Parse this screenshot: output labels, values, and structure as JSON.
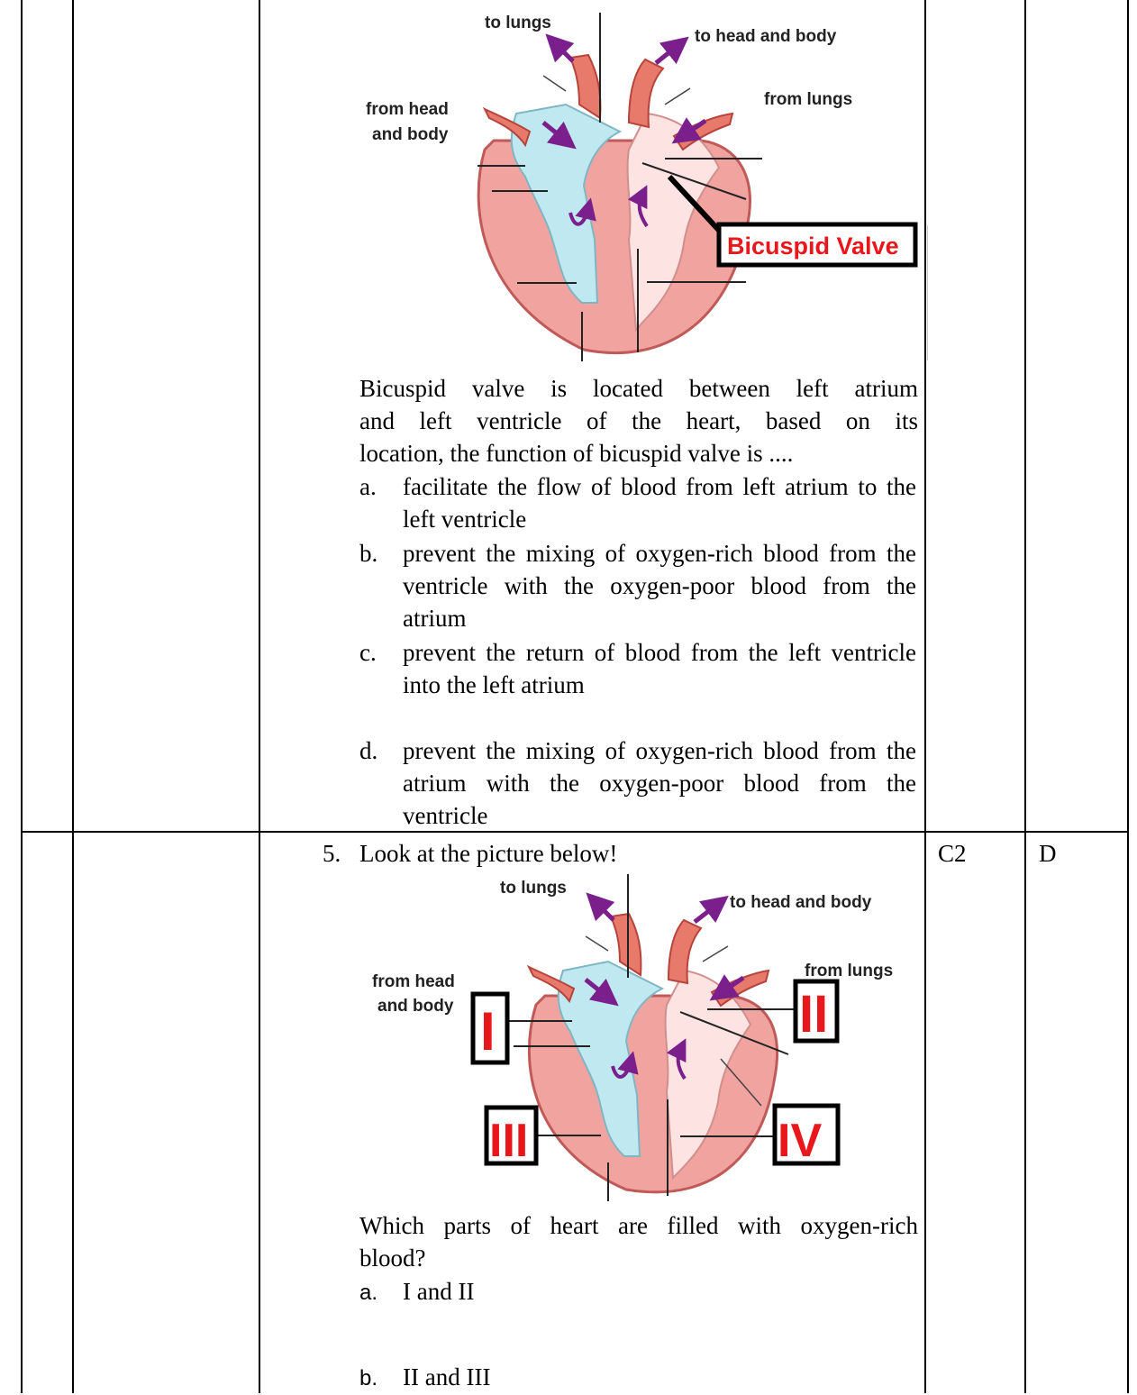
{
  "figure_top": {
    "labels": {
      "to_lungs": "to lungs",
      "to_head_and_body": "to head and body",
      "from_lungs": "from lungs",
      "from_head": "from head",
      "and_body": "and body",
      "callout": "Bicuspid Valve"
    }
  },
  "question4": {
    "stem_lines": [
      "Bicuspid valve is located between left atrium",
      "and left ventricle of the heart, based on its",
      "location, the function of bicuspid valve is ...."
    ],
    "options": [
      {
        "letter": "a.",
        "text": "facilitate the flow of blood from left atrium to the left ventricle"
      },
      {
        "letter": "b.",
        "text": "prevent the mixing of oxygen-rich blood from the ventricle with the oxygen-poor blood from the atrium"
      },
      {
        "letter": "c.",
        "text": "prevent the return of blood from the left ventricle into the left atrium"
      },
      {
        "letter": "d.",
        "text": "prevent the mixing of oxygen-rich blood from the atrium with the oxygen-poor blood from the ventricle"
      }
    ]
  },
  "question5": {
    "number": "5.",
    "prompt": "Look at the picture below!",
    "cognitive_level": "C2",
    "answer_key": "D",
    "figure": {
      "labels": {
        "to_lungs": "to lungs",
        "to_head_and_body": "to head and body",
        "from_lungs": "from lungs",
        "from_head": "from head",
        "and_body": "and body"
      },
      "roman_labels": [
        "I",
        "II",
        "III",
        "IV"
      ]
    },
    "question_lines": [
      "Which parts of heart are filled with oxygen-rich",
      "blood?"
    ],
    "options": [
      {
        "letter": "a.",
        "text": "I and II"
      },
      {
        "letter": "b.",
        "text": "II and III"
      }
    ]
  }
}
